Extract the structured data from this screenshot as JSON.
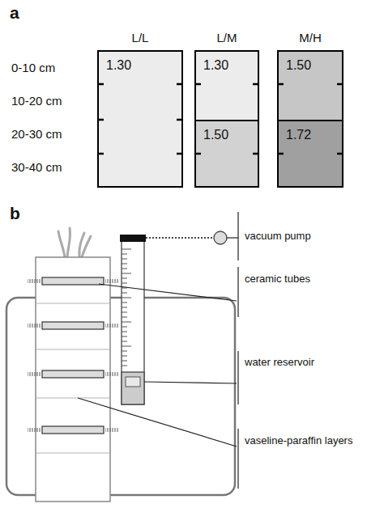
{
  "diagram": {
    "nodes": [
      {
        "text": [
          "1.30"
        ]
      },
      {
        "text": [
          "1.30"
        ]
      },
      {
        "text": [
          "1.50"
        ]
      },
      {
        "text": [
          "1.50"
        ]
      },
      {
        "text": [
          "1.72"
        ]
      }
    ],
    "labels": [
      "a",
      "L/L",
      "L/M",
      "M/H",
      "0-10 cm",
      "10-20 cm",
      "20-30 cm",
      "30-40 cm",
      "b",
      "vacuum pump",
      "ceramic tubes",
      "water reservoir",
      "vaseline-paraffin layers"
    ]
  }
}
